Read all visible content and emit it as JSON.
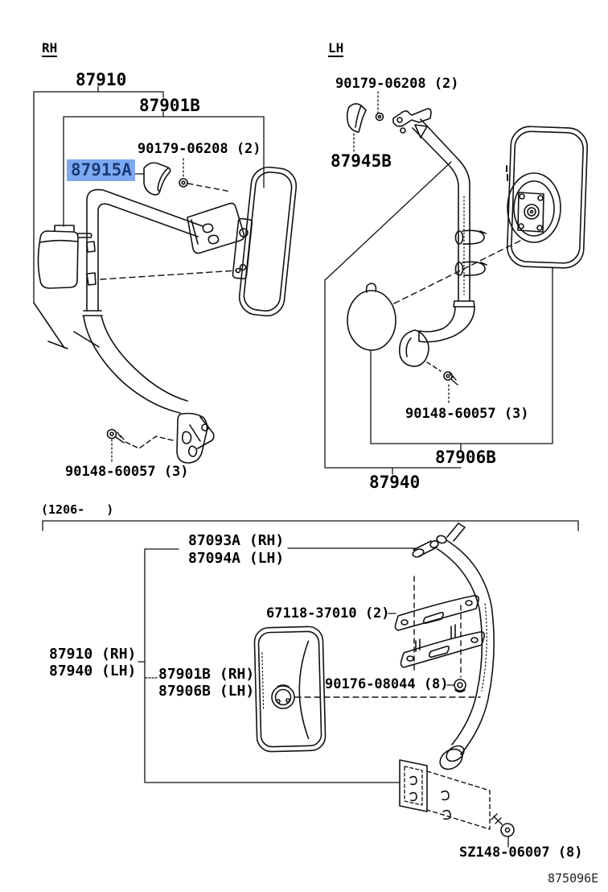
{
  "diagram": {
    "footer_code": "875096E",
    "colors": {
      "line": "#111111",
      "highlight_bg": "#7DA9F0",
      "highlight_text": "#1B3C78"
    },
    "views": {
      "rh": {
        "side": "RH",
        "parts": {
          "assembly": "87910",
          "mirror_head": "87901B",
          "nut": "90179-06208 (2)",
          "garnish_highlighted": "87915A",
          "screw": "90148-60057 (3)"
        }
      },
      "lh": {
        "side": "LH",
        "parts": {
          "nut": "90179-06208 (2)",
          "garnish": "87945B",
          "screw": "90148-60057 (3)",
          "mirror_head": "87906B",
          "assembly": "87940"
        }
      },
      "late": {
        "note": "(1206-   )",
        "parts": {
          "arm_rh": "87093A (RH)",
          "arm_lh": "87094A (LH)",
          "plate": "67118-37010 (2)",
          "assembly_rh": "87910 (RH)",
          "assembly_lh": "87940 (LH)",
          "mirror_rh": "87901B (RH)",
          "mirror_lh": "87906B (LH)",
          "nut": "90176-08044 (8)",
          "screw": "SZ148-06007 (8)"
        }
      }
    }
  }
}
